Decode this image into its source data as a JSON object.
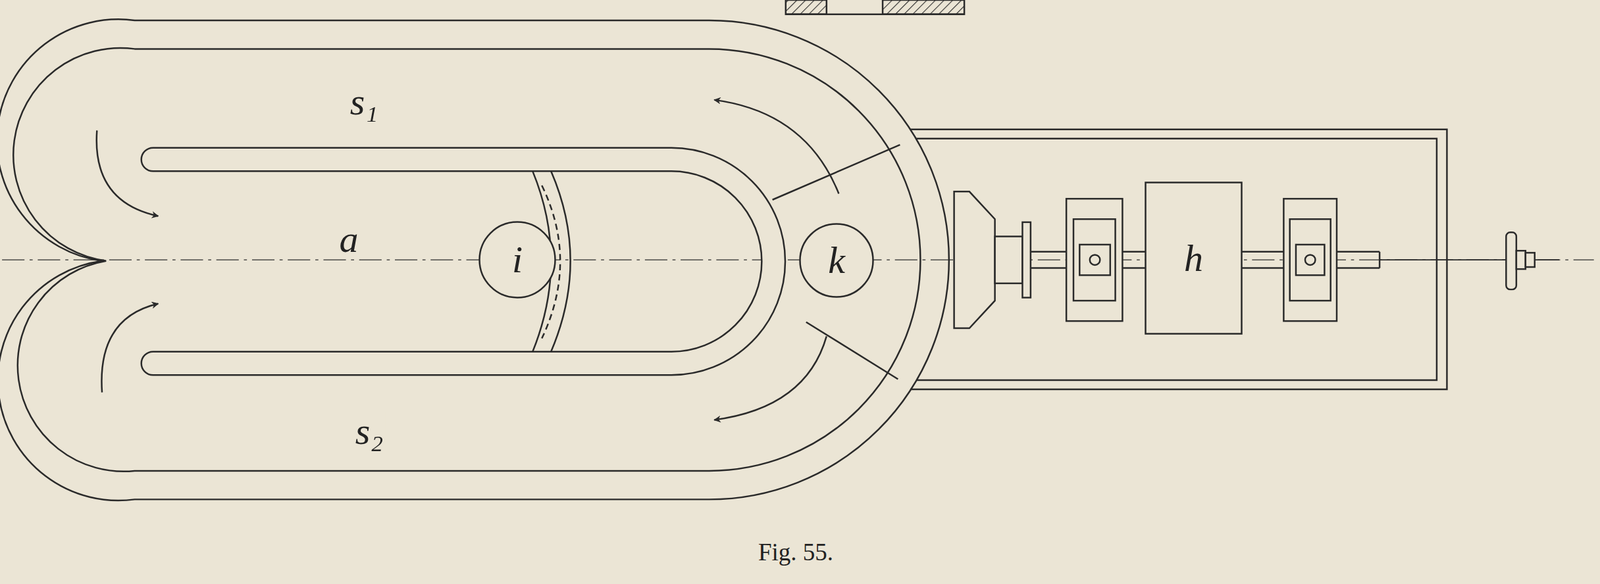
{
  "diagram": {
    "caption": "Fig. 55.",
    "nodes": [
      {
        "text": [
          "i"
        ]
      },
      {
        "text": [
          "k"
        ]
      },
      {
        "text": [
          "h"
        ]
      }
    ],
    "labels": [
      "s₁",
      "a",
      "s₂"
    ]
  }
}
